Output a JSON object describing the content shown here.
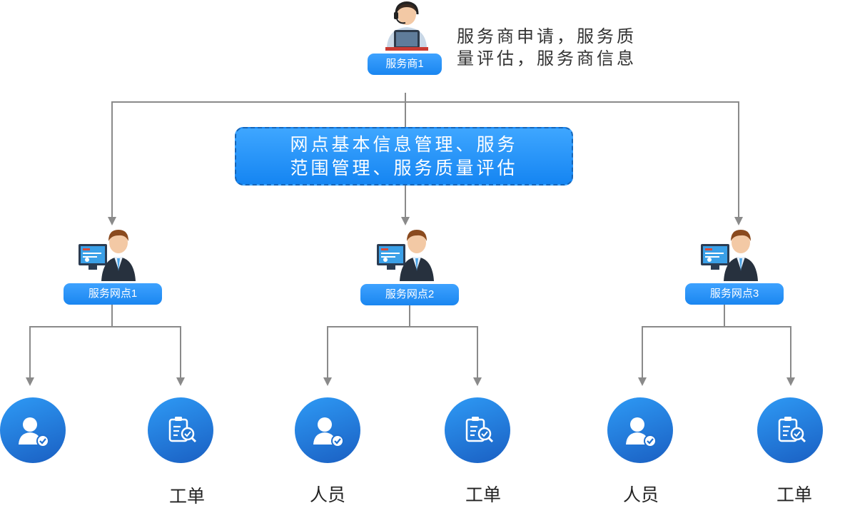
{
  "provider": {
    "label": "服务商1",
    "note_line1": "服务商申请，服务质",
    "note_line2": "量评估，服务商信息"
  },
  "callout": {
    "line1": "网点基本信息管理、服务",
    "line2": "范围管理、服务质量评估"
  },
  "outlets": [
    {
      "label": "服务网点1",
      "children": [
        {
          "icon": "user-check-icon",
          "label": ""
        },
        {
          "icon": "work-order-icon",
          "label": "工单"
        }
      ]
    },
    {
      "label": "服务网点2",
      "children": [
        {
          "icon": "user-check-icon",
          "label": "人员"
        },
        {
          "icon": "work-order-icon",
          "label": "工单"
        }
      ]
    },
    {
      "label": "服务网点3",
      "children": [
        {
          "icon": "user-check-icon",
          "label": "人员"
        },
        {
          "icon": "work-order-icon",
          "label": "工单"
        }
      ]
    }
  ],
  "colors": {
    "connector": "#8a8a8a",
    "pill": "#1a86f0",
    "circle_top": "#2e9af5",
    "circle_bottom": "#1a5fc2"
  }
}
